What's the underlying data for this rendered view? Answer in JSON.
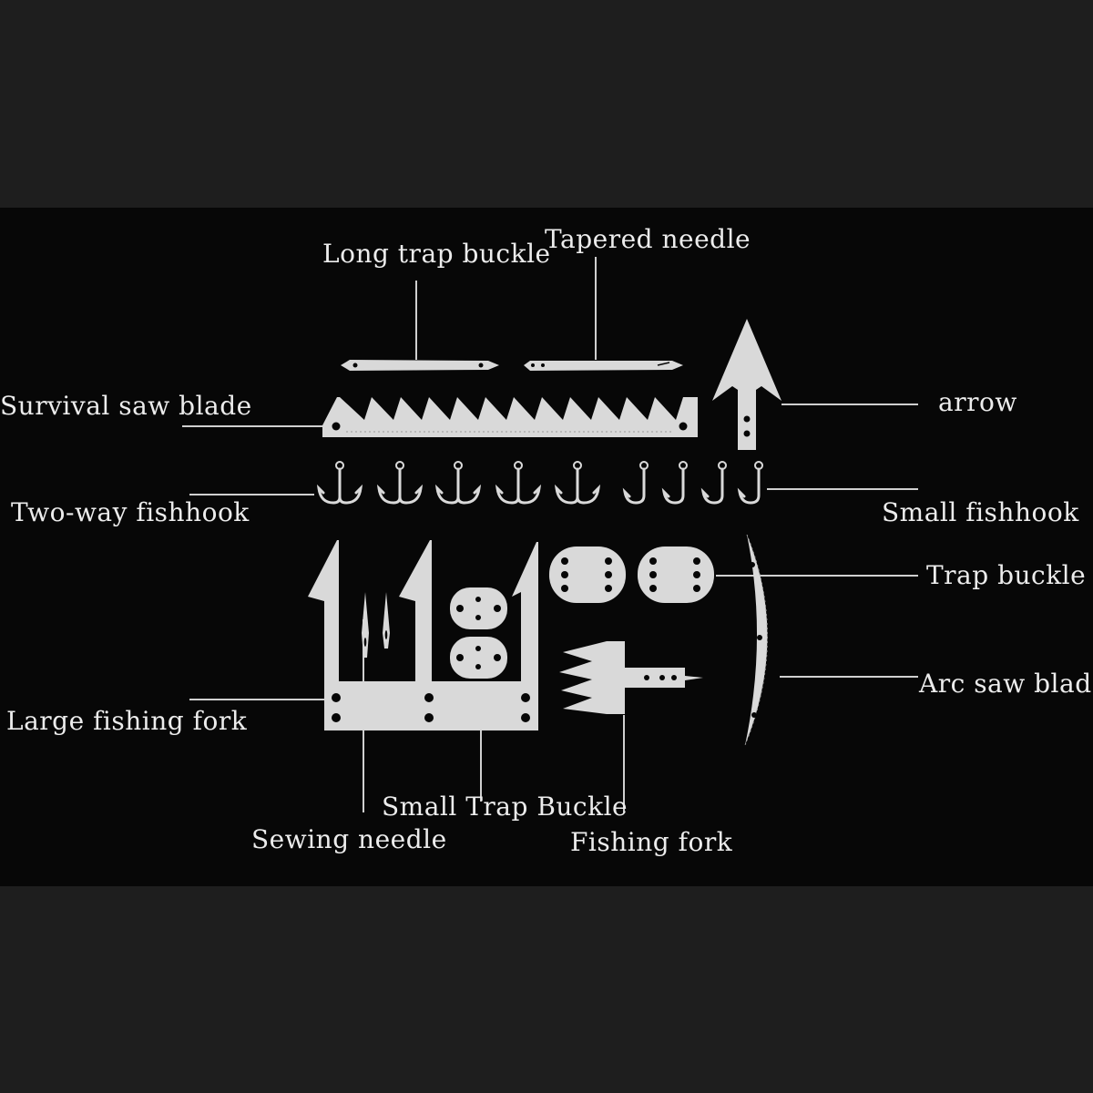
{
  "colors": {
    "page_background": "#1e1e1e",
    "band_background": "#070707",
    "metal": "#d9d9d9",
    "text": "#ececec"
  },
  "labels": {
    "long_trap_buckle": "Long trap buckle",
    "tapered_needle": "Tapered needle",
    "survival_saw_blade": "Survival saw blade",
    "arrow": "arrow",
    "two_way_fishhook": "Two-way fishhook",
    "small_fishhook": "Small fishhook",
    "trap_buckle": "Trap buckle",
    "arc_saw_blade": "Arc saw blade",
    "large_fishing_fork": "Large fishing fork",
    "small_trap_buckle": "Small Trap Buckle",
    "sewing_needle": "Sewing needle",
    "fishing_fork": "Fishing fork"
  },
  "tools": [
    {
      "name": "long-trap-buckle",
      "icon": "long-trap-buckle-icon"
    },
    {
      "name": "tapered-needle",
      "icon": "tapered-needle-icon"
    },
    {
      "name": "survival-saw-blade",
      "icon": "saw-blade-icon"
    },
    {
      "name": "arrow",
      "icon": "arrowhead-icon"
    },
    {
      "name": "two-way-fishhook",
      "icon": "double-fishhook-icon",
      "count": 5
    },
    {
      "name": "small-fishhook",
      "icon": "fishhook-icon",
      "count": 4
    },
    {
      "name": "trap-buckle",
      "icon": "trap-buckle-icon",
      "count": 2
    },
    {
      "name": "arc-saw-blade",
      "icon": "arc-saw-blade-icon"
    },
    {
      "name": "large-fishing-fork",
      "icon": "large-fishing-fork-icon"
    },
    {
      "name": "small-trap-buckle",
      "icon": "small-trap-buckle-icon",
      "count": 2
    },
    {
      "name": "sewing-needle",
      "icon": "sewing-needle-icon",
      "count": 2
    },
    {
      "name": "fishing-fork",
      "icon": "fishing-fork-icon"
    }
  ]
}
